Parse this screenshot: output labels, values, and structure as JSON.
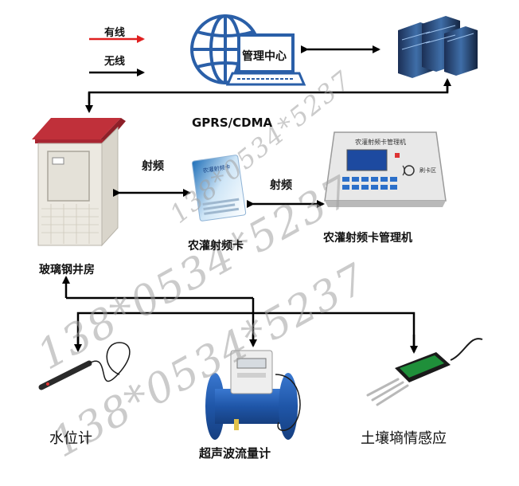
{
  "legend": {
    "wired": "有线",
    "wireless": "无线"
  },
  "nodes": {
    "management_center": "管理中心",
    "network": "GPRS/CDMA",
    "well_house": "玻璃钢井房",
    "rf_card": "农灌射频卡",
    "card_manager": "农灌射频卡管理机",
    "water_level_meter": "水位计",
    "ultrasonic_flowmeter": "超声波流量计",
    "soil_moisture_sensor": "土壤墒情感应"
  },
  "links": {
    "rf_left": "射频",
    "rf_right": "射频"
  },
  "card_text": {
    "title": "农灌射频卡"
  },
  "device_text": {
    "title": "农灌射频卡管理机",
    "reader": "刷卡区"
  },
  "watermarks": [
    "138*0534*5237",
    "138*0534*5237",
    "138*0534*5237"
  ],
  "colors": {
    "wired": "#e02020",
    "wireless": "#000000",
    "globe": "#2a5fa8",
    "roof": "#c0303a"
  }
}
